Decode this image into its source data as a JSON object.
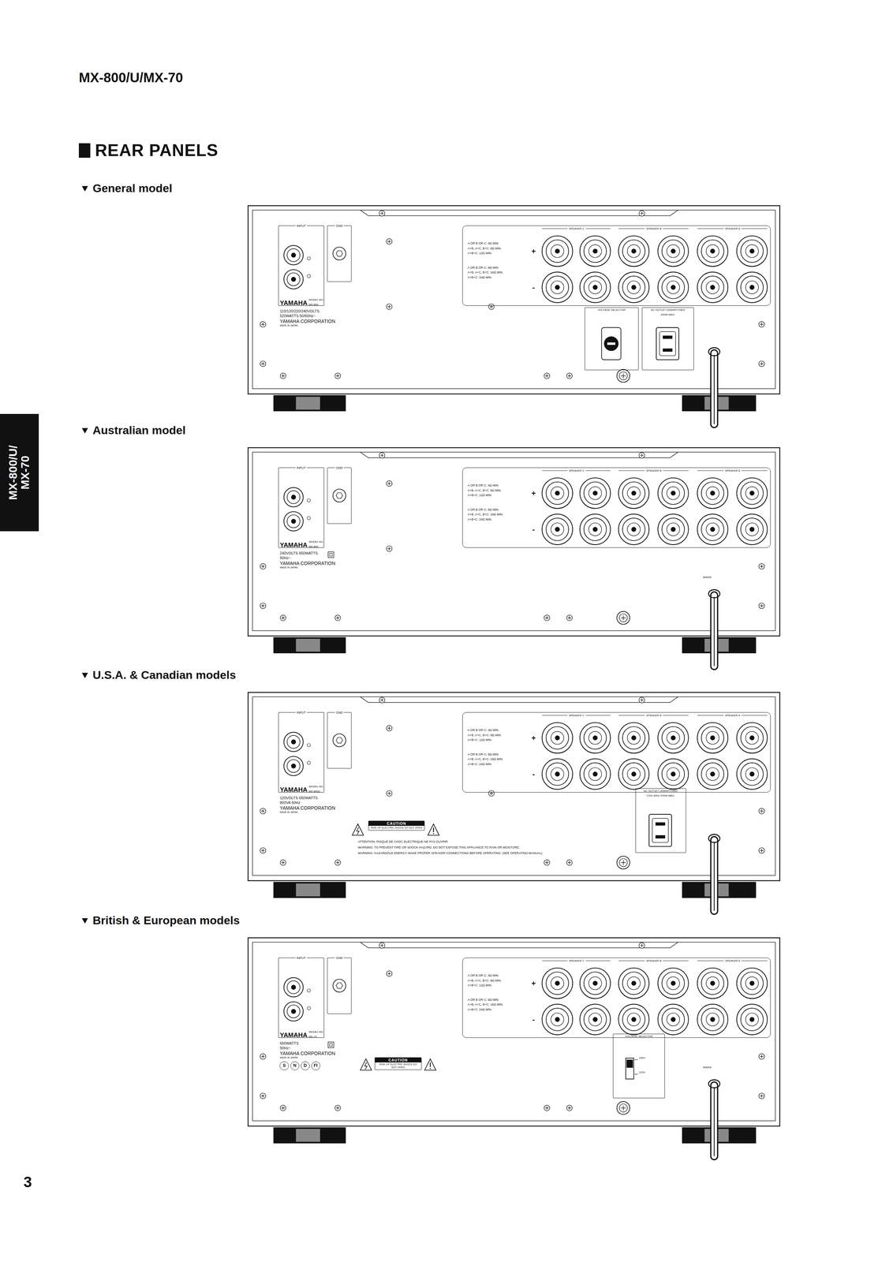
{
  "diagram": {
    "title": "REAR PANELS",
    "nodes": [
      {
        "text": [
          "General model",
          "YAMAHA",
          "MODEL NO.",
          "MX-800",
          "110/120/220/240VOLTS",
          "520WATTS 50/60Hz~",
          "YAMAHA CORPORATION",
          "MADE IN JAPAN"
        ]
      },
      {
        "text": [
          "INPUT"
        ],
        "in": 0
      },
      {
        "text": [
          "GND"
        ],
        "in": 0
      },
      {
        "text": [
          "SPEAKER C",
          "SPEAKER B",
          "SPEAKER A",
          "+",
          "-",
          "A OR B OR C: 4Ω MIN.",
          "A+B, A+C, B+C: 8Ω MIN.",
          "A+B+C: 12Ω MIN.",
          "A OR B OR C: 8Ω MIN.",
          "A+B, A+C, B+C: 16Ω MIN.",
          "A+B+C: 24Ω MIN."
        ],
        "in": 0
      },
      {
        "text": [
          "VOLTAGE SELECTOR"
        ],
        "in": 0
      },
      {
        "text": [
          "AC OUTLET UNSWITCHED",
          "230W MAX."
        ],
        "in": 0
      },
      {
        "text": [
          "Australian model",
          "YAMAHA",
          "MODEL NO.",
          "MX-800",
          "240VOLTS 650WATTS",
          "50Hz~",
          "YAMAHA CORPORATION",
          "MADE IN JAPAN",
          "MAINS"
        ]
      },
      {
        "text": [
          "INPUT"
        ],
        "in": 6
      },
      {
        "text": [
          "GND"
        ],
        "in": 6
      },
      {
        "text": [
          "SPEAKER C",
          "SPEAKER B",
          "SPEAKER A",
          "+",
          "-",
          "A OR B OR C: 4Ω MIN.",
          "A+B, A+C, B+C: 8Ω MIN.",
          "A+B+C: 12Ω MIN.",
          "A OR B OR C: 8Ω MIN.",
          "A+B, A+C, B+C: 16Ω MIN.",
          "A+B+C: 24Ω MIN."
        ],
        "in": 6
      },
      {
        "text": [
          "U.S.A. & Canadian models",
          "YAMAHA",
          "MODEL NO.",
          "MX-800U",
          "120VOLTS 650WATTS",
          "800VA 60Hz",
          "YAMAHA CORPORATION",
          "MADE IN JAPAN",
          "ATTENTION: RISQUE DE CHOC ELECTRIQUE-NE PAS OUVRIR",
          "WARNING: TO PREVENT FIRE OR SHOCK HAZARD, DO NOT EXPOSE THIS APPLIANCE TO RAIN OR MOISTURE.",
          "WARNING: HAZARDOUS ENERGY. MAKE PROPER SPEAKER CONNECTIONS BEFORE OPERATING. (SEE OPERATING MANUAL)"
        ]
      },
      {
        "text": [
          "INPUT"
        ],
        "in": 10
      },
      {
        "text": [
          "GND"
        ],
        "in": 10
      },
      {
        "text": [
          "SPEAKER C",
          "SPEAKER B",
          "SPEAKER A",
          "+",
          "-",
          "A OR B OR C: 4Ω MIN.",
          "A+B, A+C, B+C: 8Ω MIN.",
          "A+B+C: 12Ω MIN.",
          "A OR B OR C: 8Ω MIN.",
          "A+B, A+C, B+C: 16Ω MIN.",
          "A+B+C: 24Ω MIN."
        ],
        "in": 10
      },
      {
        "text": [
          "CAUTION",
          "RISK OF ELECTRIC SHOCK DO NOT OPEN"
        ],
        "in": 10
      },
      {
        "text": [
          "AC OUTLET UNSWITCHED",
          "120V 60Hz 200W MAX."
        ],
        "in": 10
      },
      {
        "text": [
          "British & European models",
          "YAMAHA",
          "MODEL NO.",
          "MX-70",
          "650WATTS",
          "50Hz~",
          "YAMAHA CORPORATION",
          "MADE IN JAPAN",
          "MAINS"
        ]
      },
      {
        "text": [
          "INPUT"
        ],
        "in": 16
      },
      {
        "text": [
          "GND"
        ],
        "in": 16
      },
      {
        "text": [
          "SPEAKER C",
          "SPEAKER B",
          "SPEAKER A",
          "+",
          "-",
          "A OR B OR C: 4Ω MIN.",
          "A+B, A+C, B+C: 8Ω MIN.",
          "A+B+C: 12Ω MIN.",
          "A OR B OR C: 8Ω MIN.",
          "A+B, A+C, B+C: 16Ω MIN.",
          "A+B+C: 24Ω MIN."
        ],
        "in": 16
      },
      {
        "text": [
          "CAUTION",
          "RISK OF ELECTRIC SHOCK DO NOT OPEN"
        ],
        "in": 16
      },
      {
        "text": [
          "VOLTAGE SELECTOR",
          "240V",
          "220V"
        ],
        "in": 16
      },
      {
        "text": [
          "S"
        ],
        "in": 16
      },
      {
        "text": [
          "N"
        ],
        "in": 16
      },
      {
        "text": [
          "D"
        ],
        "in": 16
      },
      {
        "text": [
          "FI"
        ],
        "in": 16
      }
    ],
    "labels": [
      "MX-800/U/MX-70",
      "MX-800/U/ MX-70",
      "3"
    ]
  }
}
